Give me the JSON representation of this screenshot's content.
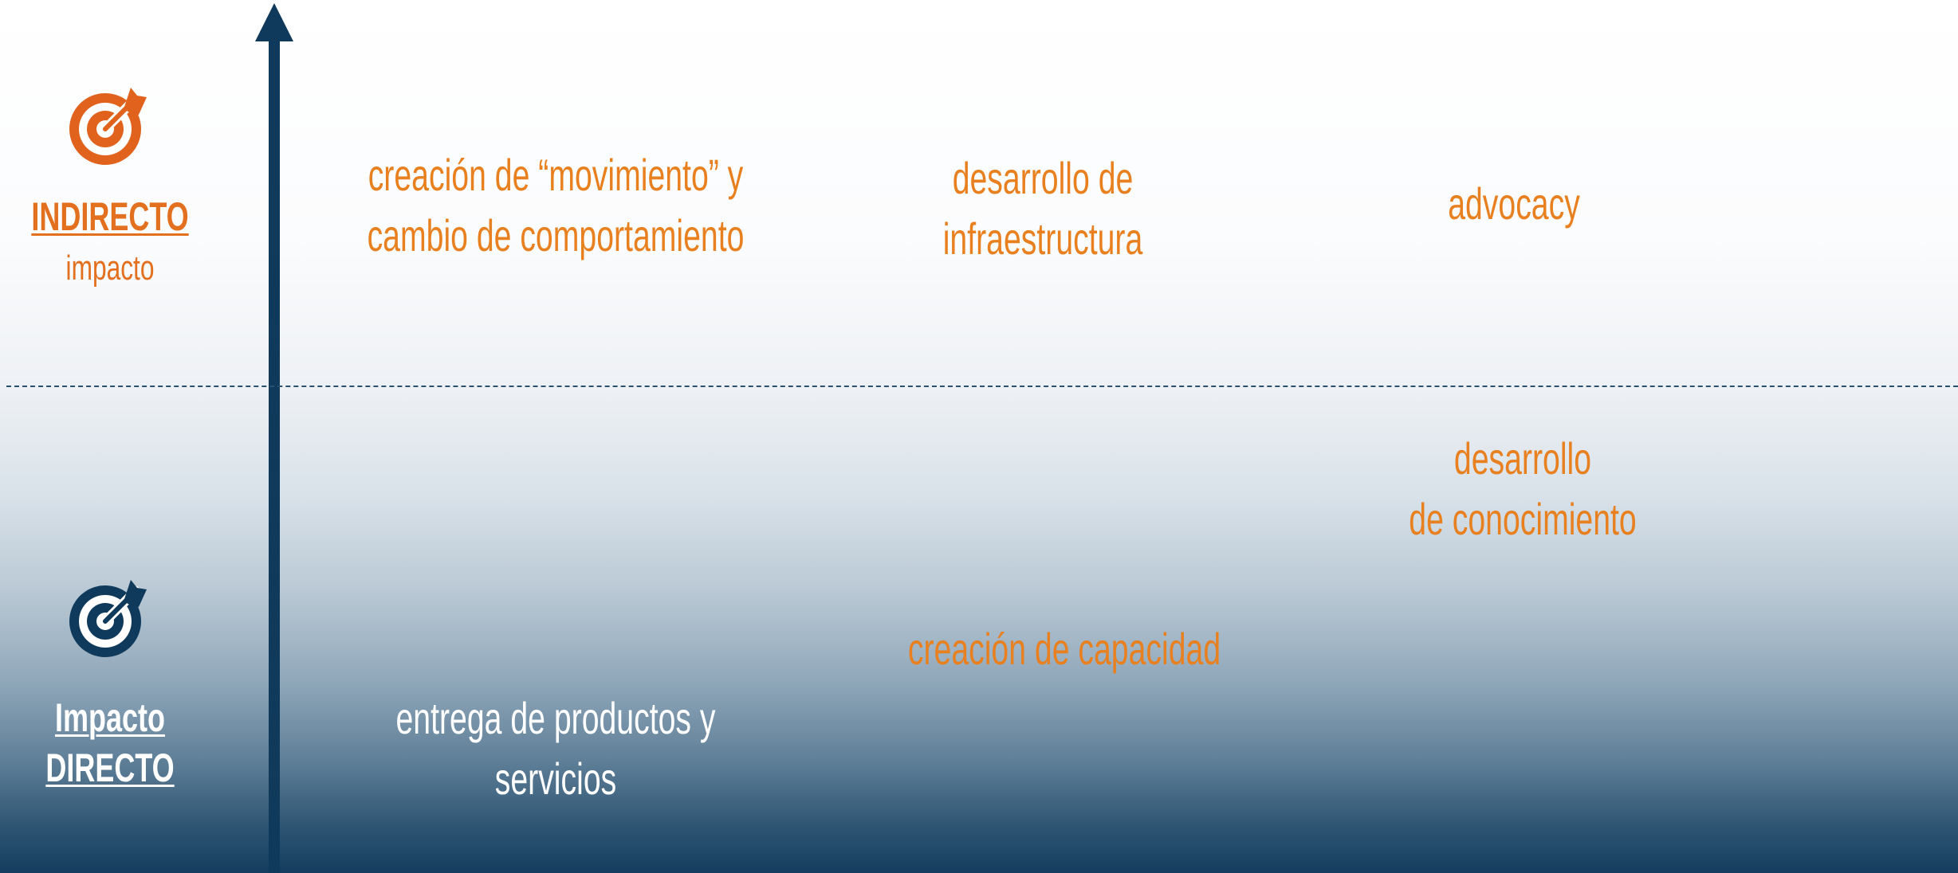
{
  "levels": {
    "indirect": {
      "title": "INDIRECTO",
      "subtitle": "impacto",
      "icon": "target-arrow-icon",
      "color": "#e2701f"
    },
    "direct": {
      "title_line1": "Impacto",
      "title_line2": "DIRECTO",
      "icon": "target-arrow-icon",
      "color": "#0f3a5c"
    }
  },
  "cells": {
    "movimiento": [
      "creación de “movimiento” y",
      "cambio de comportamiento"
    ],
    "infraestructura": [
      "desarrollo de",
      "infraestructura"
    ],
    "advocacy": [
      "advocacy"
    ],
    "conocimiento": [
      "desarrollo",
      "de conocimiento"
    ],
    "capacidad": [
      "creación de capacidad"
    ],
    "entrega": [
      "entrega de productos y",
      "servicios"
    ]
  },
  "colors": {
    "accent_orange": "#e8801f",
    "axis_navy": "#0f3a5c",
    "text_white": "#ffffff"
  }
}
